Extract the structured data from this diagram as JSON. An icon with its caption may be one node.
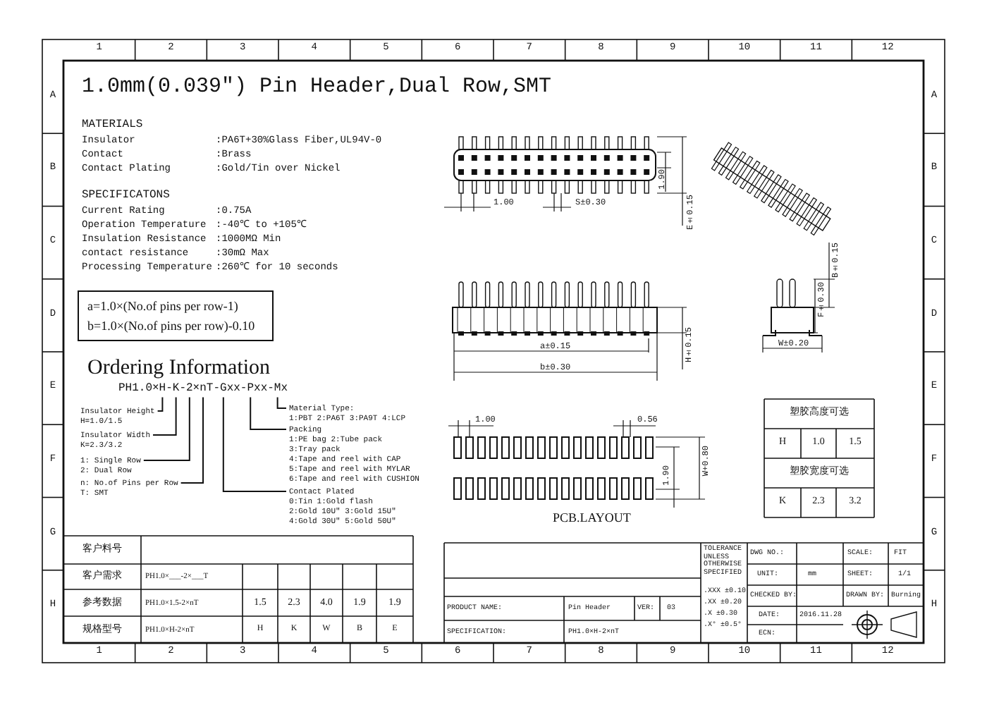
{
  "diagram": {
    "title": "1.0mm(0.039″) Pin Header,Dual Row,SMT",
    "nodes": [
      {
        "text": [
          "a=1.0×(No.of pins per row-1)",
          "b=1.0×(No.of pins per row)-0.10"
        ]
      },
      {
        "text": [
          "PH1.0×H-K-2×nT-Gxx-Pxx-Mx"
        ]
      },
      {
        "text": [
          "Insulator Height",
          "H=1.0/1.5"
        ]
      },
      {
        "text": [
          "Insulator Width",
          "K=2.3/3.2"
        ]
      },
      {
        "text": [
          "1: Single Row",
          "2: Dual Row"
        ]
      },
      {
        "text": [
          "n: No.of Pins per Row",
          "T: SMT"
        ]
      },
      {
        "text": [
          "Material Type:",
          "1:PBT 2:PA6T 3:PA9T 4:LCP"
        ]
      },
      {
        "text": [
          "Packing",
          "1:PE bag 2:Tube pack",
          "3:Tray pack",
          "4:Tape and reel with CAP",
          "5:Tape and reel with MYLAR",
          "6:Tape and reel with CUSHION"
        ]
      },
      {
        "text": [
          "Contact Plated",
          "0:Tin 1:Gold flash",
          "2:Gold 10U\" 3:Gold 15U\"",
          "4:Gold 30U\" 5:Gold 50U\""
        ]
      }
    ],
    "edges": [
      {
        "from": 2,
        "to": 1,
        "arrow": "none"
      },
      {
        "from": 3,
        "to": 1,
        "arrow": "none"
      },
      {
        "from": 4,
        "to": 1,
        "arrow": "none"
      },
      {
        "from": 5,
        "to": 1,
        "arrow": "none"
      },
      {
        "from": 6,
        "to": 1,
        "arrow": "none"
      },
      {
        "from": 7,
        "to": 1,
        "arrow": "none"
      },
      {
        "from": 8,
        "to": 1,
        "arrow": "none"
      }
    ],
    "labels": [
      "1",
      "2",
      "3",
      "4",
      "5",
      "6",
      "7",
      "8",
      "9",
      "10",
      "11",
      "12",
      "A",
      "B",
      "C",
      "D",
      "E",
      "F",
      "G",
      "H",
      "A",
      "B",
      "C",
      "D",
      "E",
      "F",
      "G",
      "H",
      "MATERIALS",
      "Insulator",
      ":PA6T+30%Glass Fiber,UL94V-0",
      "Contact",
      ":Brass",
      "Contact Plating",
      ":Gold/Tin over Nickel",
      "SPECIFICATONS",
      "Current Rating",
      ":0.75A",
      "Operation Temperature",
      ":-40℃ to +105℃",
      "Insulation Resistance",
      ":1000MΩ Min",
      "contact resistance",
      ":30mΩ Max",
      "Processing Temperature",
      ":260℃ for 10 seconds",
      "Ordering Information",
      "1.00",
      "S±0.30",
      "1.90",
      "E±0.15",
      "B±0.15",
      "F±0.30",
      "H±0.15",
      "a±0.15",
      "b±0.30",
      "W±0.20",
      "1.00",
      "0.56",
      "1.90",
      "W+0.80",
      "PCB.LAYOUT",
      "塑胶高度可选",
      "H",
      "1.0",
      "1.5",
      "塑胶宽度可选",
      "K",
      "2.3",
      "3.2",
      "客户料号",
      "客户需求",
      "PH1.0×___-2×___T",
      "参考数据",
      "PH1.0×1.5-2×nT",
      "1.5",
      "2.3",
      "4.0",
      "1.9",
      "1.9",
      "规格型号",
      "PH1.0×H-2×nT",
      "H",
      "K",
      "W",
      "B",
      "E",
      "TOLERANCE UNLESS OTHERWISE SPECIFIED",
      "DWG NO.:",
      "SCALE:",
      "FIT",
      "UNIT:",
      "mm",
      "SHEET:",
      "1/1",
      ".XXX ±0.10",
      ".XX ±0.20",
      ".X ±0.30",
      ".X° ±0.5°",
      "CHECKED BY:",
      "DRAWN BY:",
      "Burning",
      "PRODUCT NAME:",
      "Pin Header",
      "VER:",
      "03",
      "DATE:",
      "2016.11.28",
      "SPECIFICATION:",
      "PH1.0×H-2×nT",
      "ECN:",
      "1",
      "2",
      "3",
      "4",
      "5",
      "6",
      "7",
      "8",
      "9",
      "10",
      "11",
      "12"
    ]
  }
}
